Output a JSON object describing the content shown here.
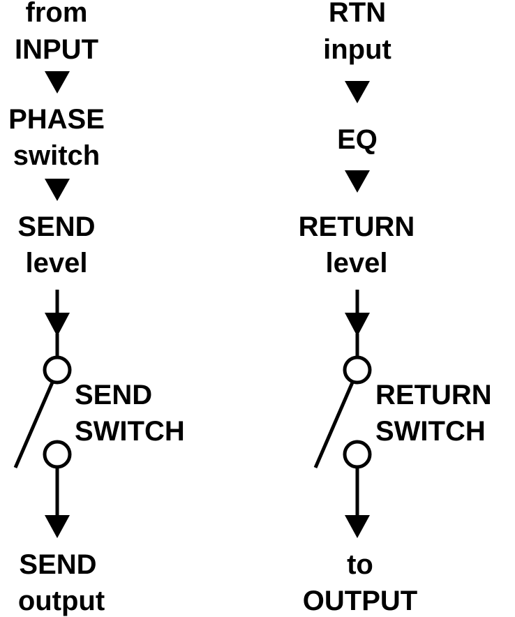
{
  "left_chain": {
    "source": [
      "from",
      "INPUT"
    ],
    "phase": [
      "PHASE",
      "switch"
    ],
    "level": [
      "SEND",
      "level"
    ],
    "switch": [
      "SEND",
      "SWITCH"
    ],
    "output": [
      "SEND",
      "output"
    ]
  },
  "right_chain": {
    "source": [
      "RTN",
      "input"
    ],
    "eq": "EQ",
    "level": [
      "RETURN",
      "level"
    ],
    "switch": [
      "RETURN",
      "SWITCH"
    ],
    "output": [
      "to",
      "OUTPUT"
    ]
  },
  "colors": {
    "ink": "#000000",
    "background": "#ffffff"
  }
}
